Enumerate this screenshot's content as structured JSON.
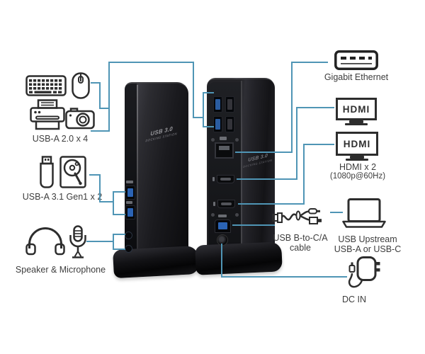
{
  "dock": {
    "logo_line1": "USB 3.0",
    "logo_line2": "DOCKING STATION"
  },
  "left_groups": {
    "usb2": {
      "label": "USB-A 2.0 x 4",
      "icons": [
        "keyboard-icon",
        "mouse-icon",
        "printer-icon",
        "camera-icon"
      ]
    },
    "usb31": {
      "label": "USB-A 3.1 Gen1 x 2",
      "icons": [
        "flash-drive-icon",
        "hard-drive-icon"
      ]
    },
    "audio": {
      "label": "Speaker & Microphone",
      "icons": [
        "headphones-icon",
        "microphone-icon"
      ]
    }
  },
  "right_groups": {
    "ethernet": {
      "label": "Gigabit Ethernet",
      "icon": "ethernet-port-icon"
    },
    "hdmi": {
      "monitor_text": "HDMI",
      "label_line1": "HDMI x 2",
      "label_line2": "(1080p@60Hz)",
      "icon": "monitor-icon"
    },
    "cable": {
      "label_line1": "USB B-to-C/A",
      "label_line2": "cable",
      "icon": "usb-cable-icon"
    },
    "upstream": {
      "label_line1": "USB Upstream",
      "label_line2": "USB-A or USB-C",
      "icon": "laptop-icon"
    },
    "power": {
      "label": "DC IN",
      "icon": "power-adapter-icon"
    }
  },
  "colors": {
    "connector_line": "#4f95b5",
    "icon_stroke": "#2d2d2d",
    "label_text": "#3d3d3d",
    "usb3_port_blue": "#2b63b4"
  }
}
